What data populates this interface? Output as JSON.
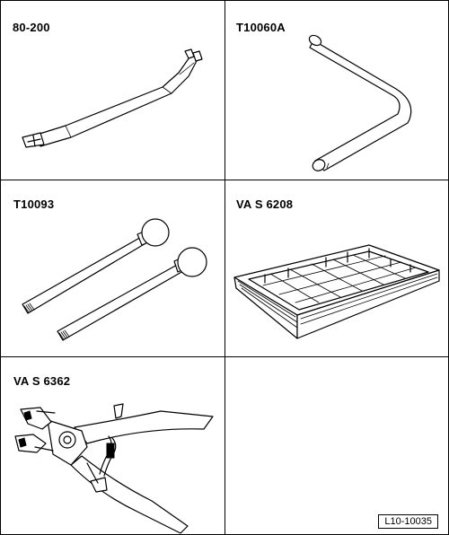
{
  "tools": [
    {
      "label": "80-200",
      "icon": "pry-lever-icon"
    },
    {
      "label": "T10060A",
      "icon": "bent-pin-icon"
    },
    {
      "label": "T10093",
      "icon": "ball-rod-pair-icon"
    },
    {
      "label": "VA S 6208",
      "icon": "drip-tray-icon"
    },
    {
      "label": "VA S 6362",
      "icon": "hose-clamp-pliers-icon"
    }
  ],
  "reference": "L10-10035"
}
